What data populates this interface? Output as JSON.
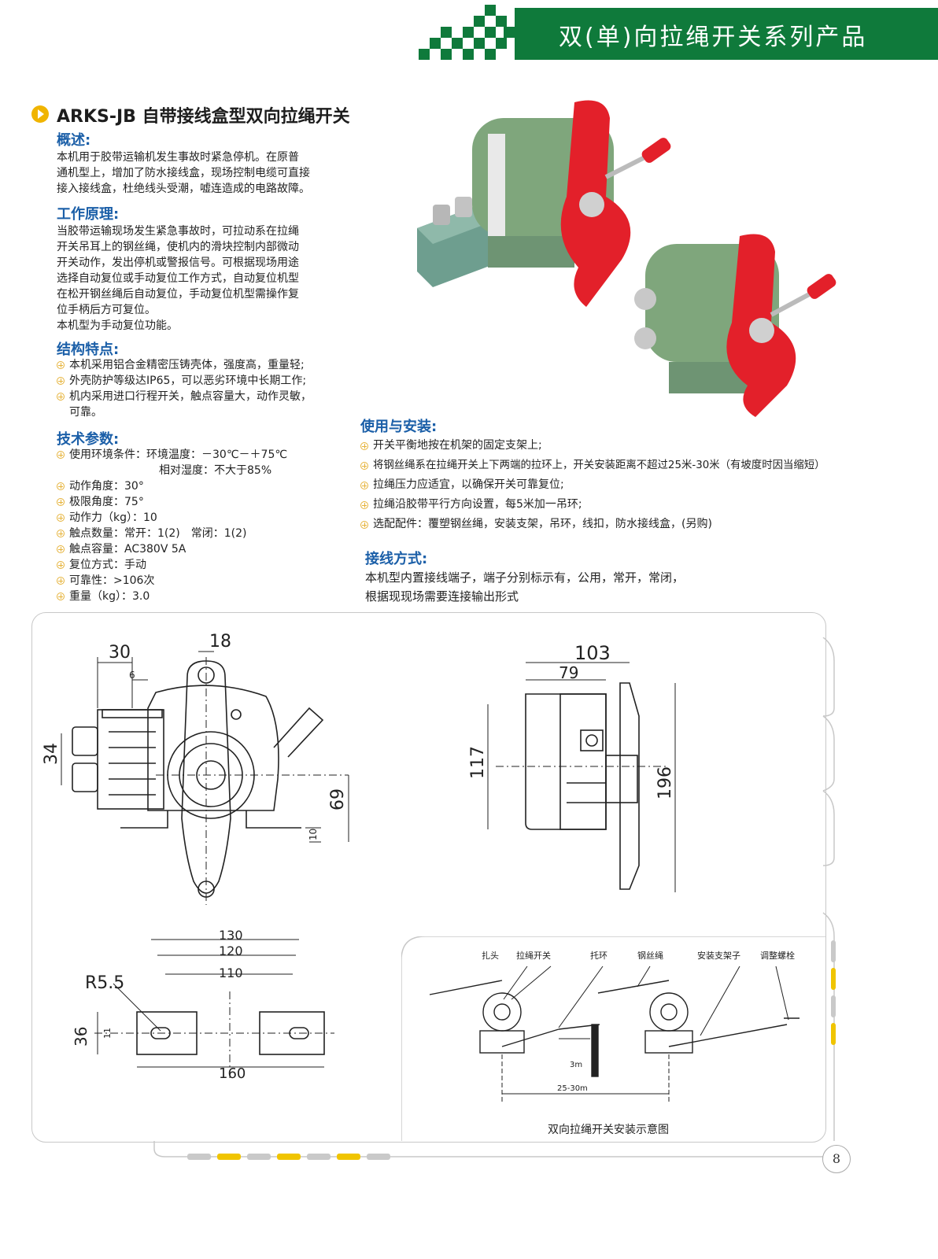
{
  "header": {
    "title": "双(单)向拉绳开关系列产品"
  },
  "product": {
    "title": "ARKS-JB 自带接线盒型双向拉绳开关"
  },
  "overview": {
    "heading": "概述:",
    "lines": [
      "本机用于胶带运输机发生事故时紧急停机。在原普",
      "通机型上，增加了防水接线盒，现场控制电缆可直接",
      "接入接线盒，杜绝线头受潮，嘘连造成的电路故障。"
    ]
  },
  "principle": {
    "heading": "工作原理:",
    "lines": [
      "当胶带运输现场发生紧急事故时，可拉动系在拉绳",
      "开关吊耳上的钢丝绳，使机内的滑块控制内部微动",
      "开关动作，发出停机或警报信号。可根据现场用途",
      "选择自动复位或手动复位工作方式，自动复位机型",
      "在松开钢丝绳后自动复位，手动复位机型需操作复",
      "位手柄后方可复位。",
      "本机型为手动复位功能。"
    ]
  },
  "structure": {
    "heading": "结构特点:",
    "items": [
      "本机采用铝合金精密压铸壳体，强度高，重量轻;",
      "外壳防护等级达IP65，可以恶劣环境中长期工作;",
      "机内采用进口行程开关，触点容量大，动作灵敏，"
    ],
    "continuation": "可靠。"
  },
  "tech": {
    "heading": "技术参数:",
    "env": "使用环境条件：环境温度：－30℃－＋75℃",
    "humidity": "相对湿度：不大于85%",
    "items": [
      "动作角度：30°",
      "极限角度：75°",
      "动作力（kg）：10",
      "触点数量：常开：1(2)　常闭：1(2)",
      "触点容量：AC380V 5A",
      "复位方式：手动",
      "可靠性：>106次",
      "重量（kg）：3.0"
    ]
  },
  "install": {
    "heading": "使用与安装:",
    "items": [
      "开关平衡地按在机架的固定支架上;",
      "将钢丝绳系在拉绳开关上下两端的拉环上，开关安装距离不超过25米-30米（有坡度时因当缩短）",
      "拉绳压力应适宜，以确保开关可靠复位;",
      "拉绳沿胶带平行方向设置，每5米加一吊环;",
      "选配配件：覆塑钢丝绳，安装支架，吊环，线扣，防水接线盒，(另购)"
    ]
  },
  "wiring": {
    "heading": "接线方式:",
    "lines": [
      "本机型内置接线端子，端子分别标示有，公用，常开，常闭，",
      "根据现现场需要连接输出形式"
    ]
  },
  "drawing": {
    "front": {
      "d30": "30",
      "d18": "18",
      "d6": "6",
      "d34": "34",
      "d69": "69",
      "d10": "10"
    },
    "side": {
      "d103": "103",
      "d79": "79",
      "d117": "117",
      "d196": "196"
    },
    "base": {
      "d130": "130",
      "d120": "120",
      "d110": "110",
      "r55": "R5.5",
      "d36": "36",
      "d11": "11",
      "d160": "160"
    },
    "install_diagram": {
      "labels": [
        "扎头",
        "拉绳开关",
        "托环",
        "钢丝绳",
        "安装支架子",
        "调整螺栓"
      ],
      "d3m": "3m",
      "d2530": "25-30m",
      "caption": "双向拉绳开关安装示意图"
    }
  },
  "colors": {
    "brand_green": "#0f7a3b",
    "heading_blue": "#1b5fa8",
    "bullet_gold": "#f0b400",
    "switch_red": "#e3202a",
    "housing_green": "#7fa67c"
  },
  "page_number": "8"
}
